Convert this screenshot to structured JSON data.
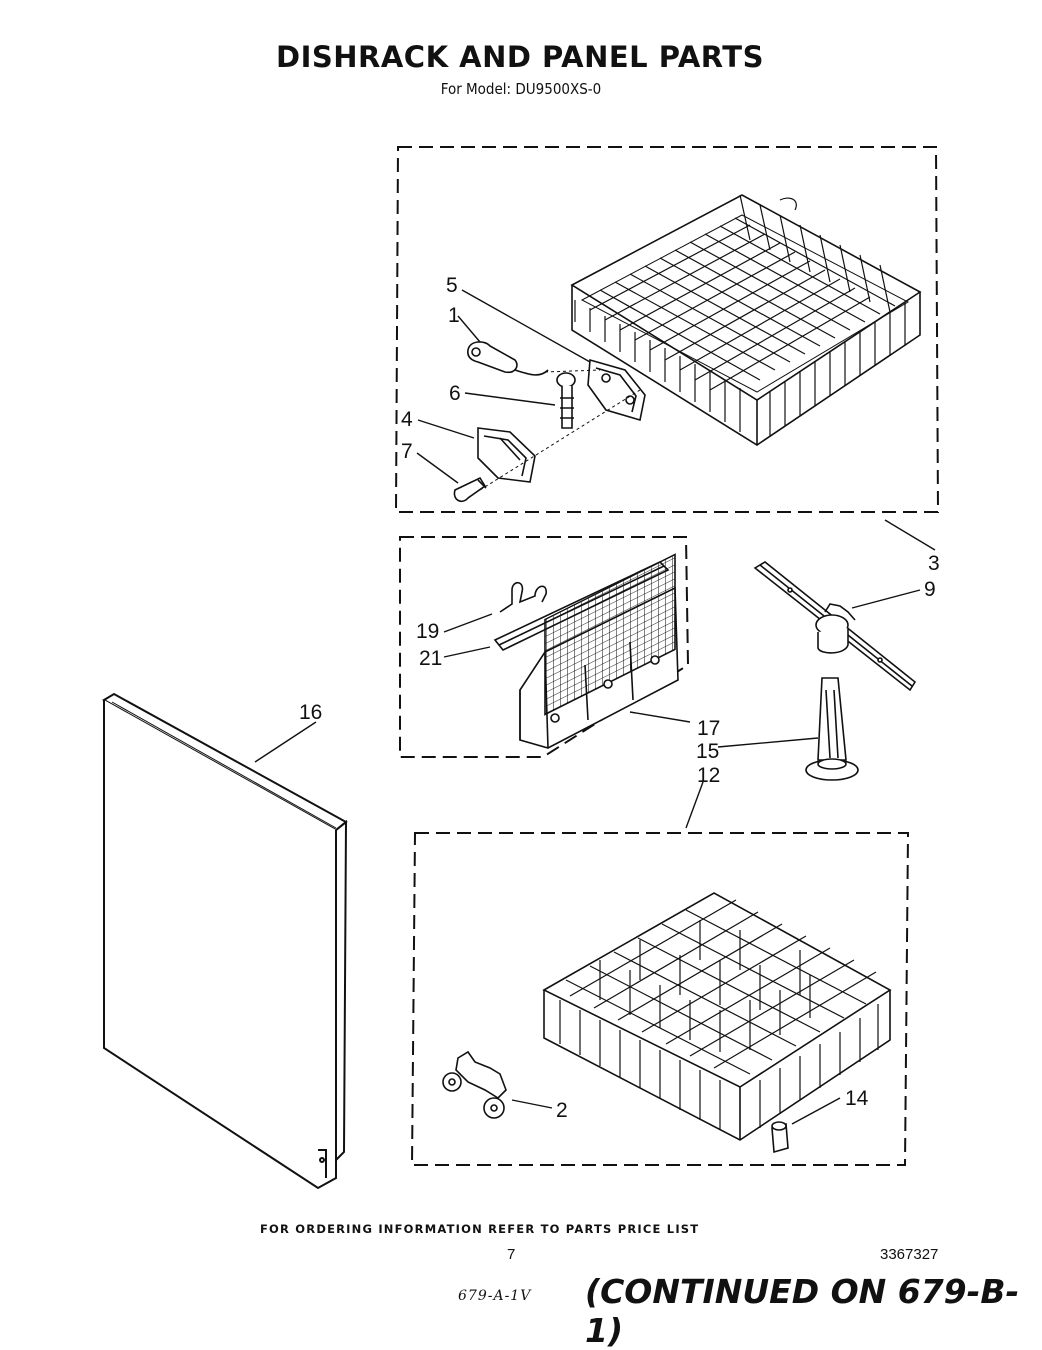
{
  "header": {
    "title": "DISHRACK AND PANEL PARTS",
    "subtitle": "For Model: DU9500XS-0"
  },
  "callouts": {
    "c1": "1",
    "c2": "2",
    "c3": "3",
    "c4": "4",
    "c5": "5",
    "c6": "6",
    "c7": "7",
    "c9": "9",
    "c12": "12",
    "c14": "14",
    "c15": "15",
    "c16": "16",
    "c17": "17",
    "c19": "19",
    "c21": "21"
  },
  "footer": {
    "ordering_note": "FOR ORDERING INFORMATION REFER TO PARTS PRICE LIST",
    "page_number": "7",
    "document_number": "3367327",
    "handwritten_ref": "679-A-1V",
    "continued": "(CONTINUED ON 679-B-1)"
  }
}
